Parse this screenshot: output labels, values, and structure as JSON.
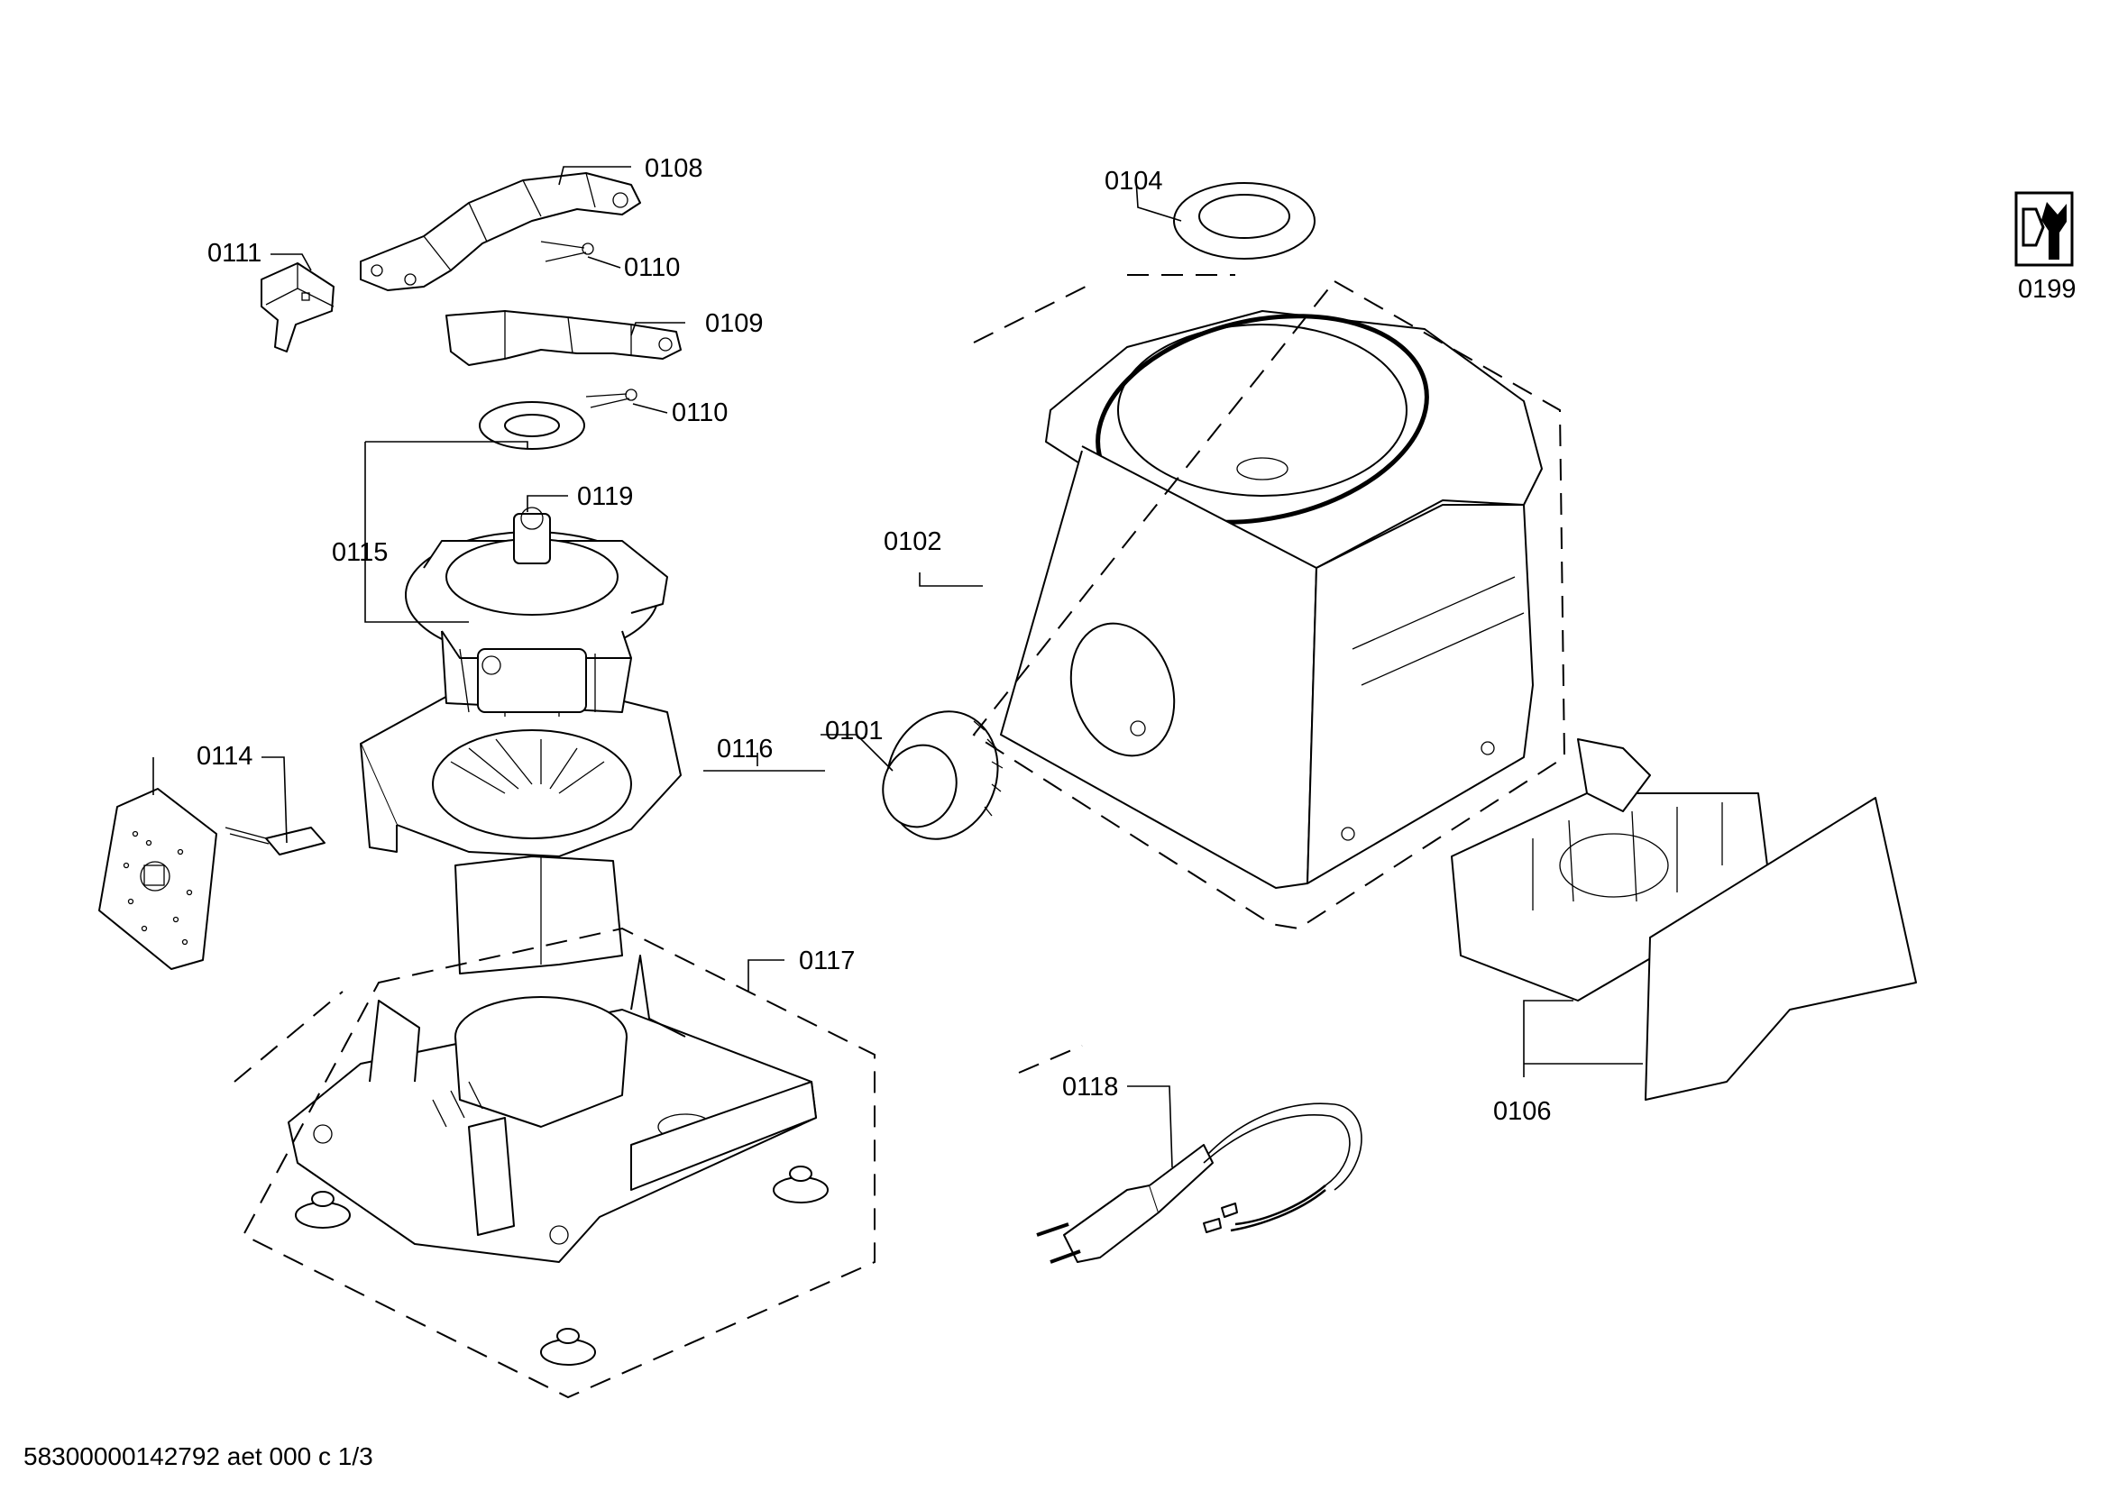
{
  "labels": {
    "p0101": "0101",
    "p0102": "0102",
    "p0104": "0104",
    "p0106": "0106",
    "p0108": "0108",
    "p0109": "0109",
    "p0110a": "0110",
    "p0110b": "0110",
    "p0111": "0111",
    "p0114": "0114",
    "p0115": "0115",
    "p0116": "0116",
    "p0117": "0117",
    "p0118": "0118",
    "p0119": "0119",
    "p0199": "0199"
  },
  "footer": "58300000142792 aet 000 c 1/3"
}
